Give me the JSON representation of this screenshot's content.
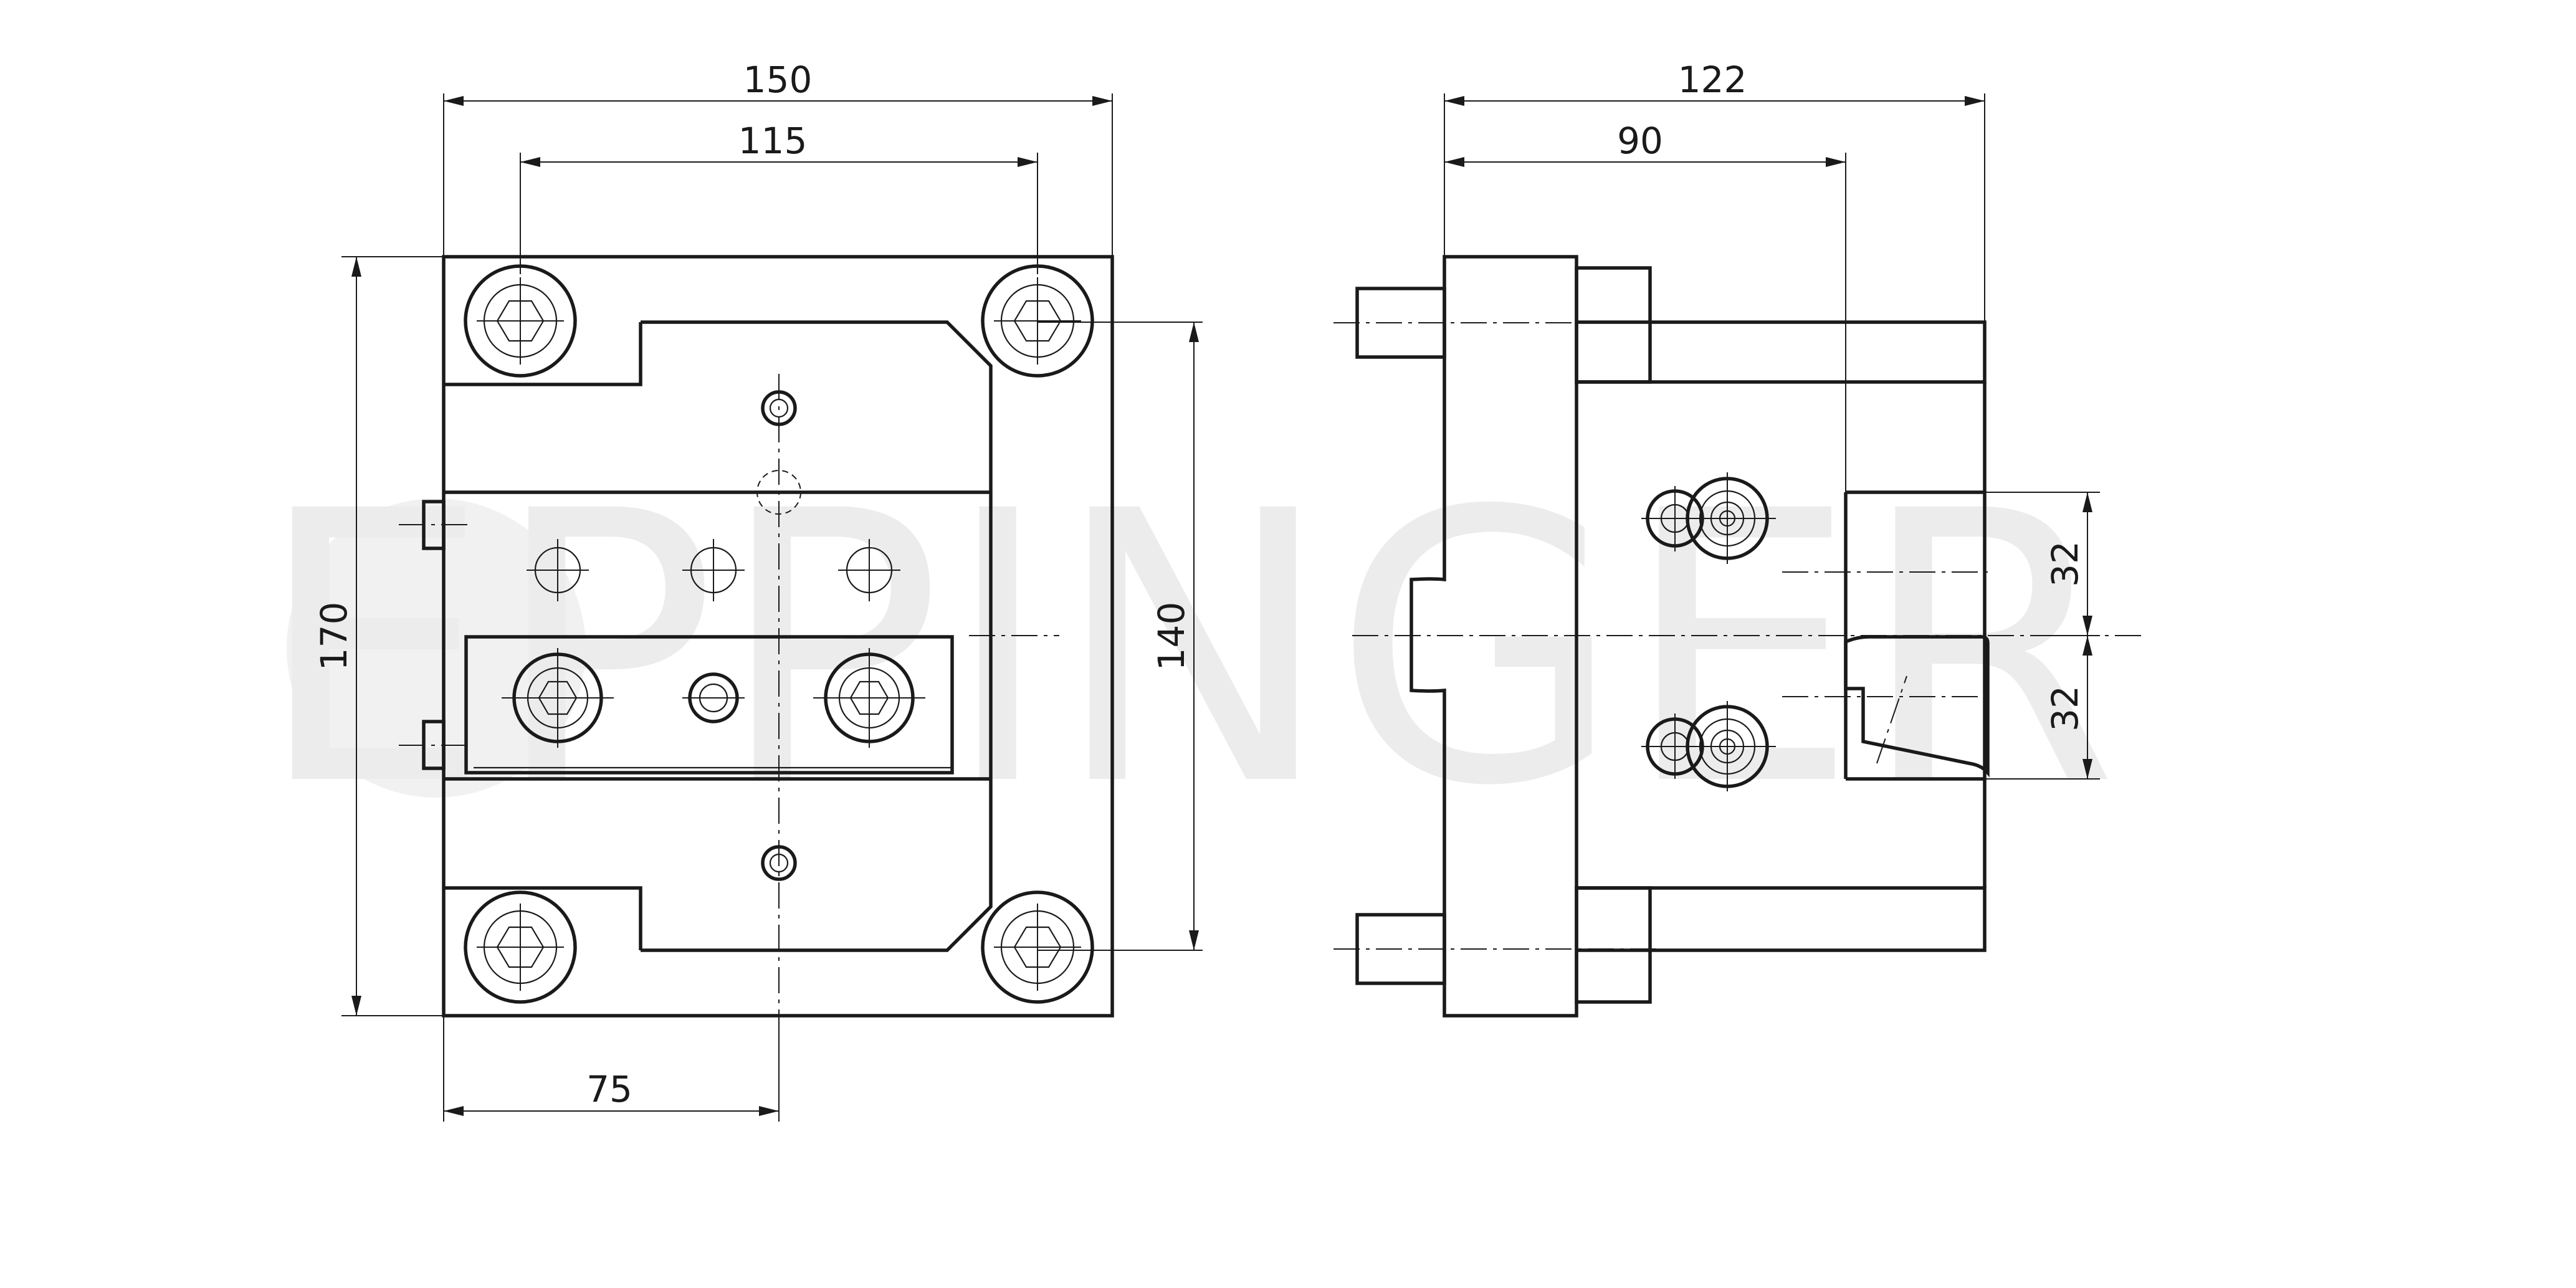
{
  "watermark": {
    "text": "EPPINGER"
  },
  "front_view": {
    "dims": {
      "width_overall": "150",
      "hole_spacing": "115",
      "height_overall": "170",
      "height_inner": "140",
      "center_offset": "75"
    }
  },
  "side_view": {
    "dims": {
      "depth_overall": "122",
      "depth_body": "90",
      "pitch_upper": "32",
      "pitch_lower": "32"
    }
  }
}
